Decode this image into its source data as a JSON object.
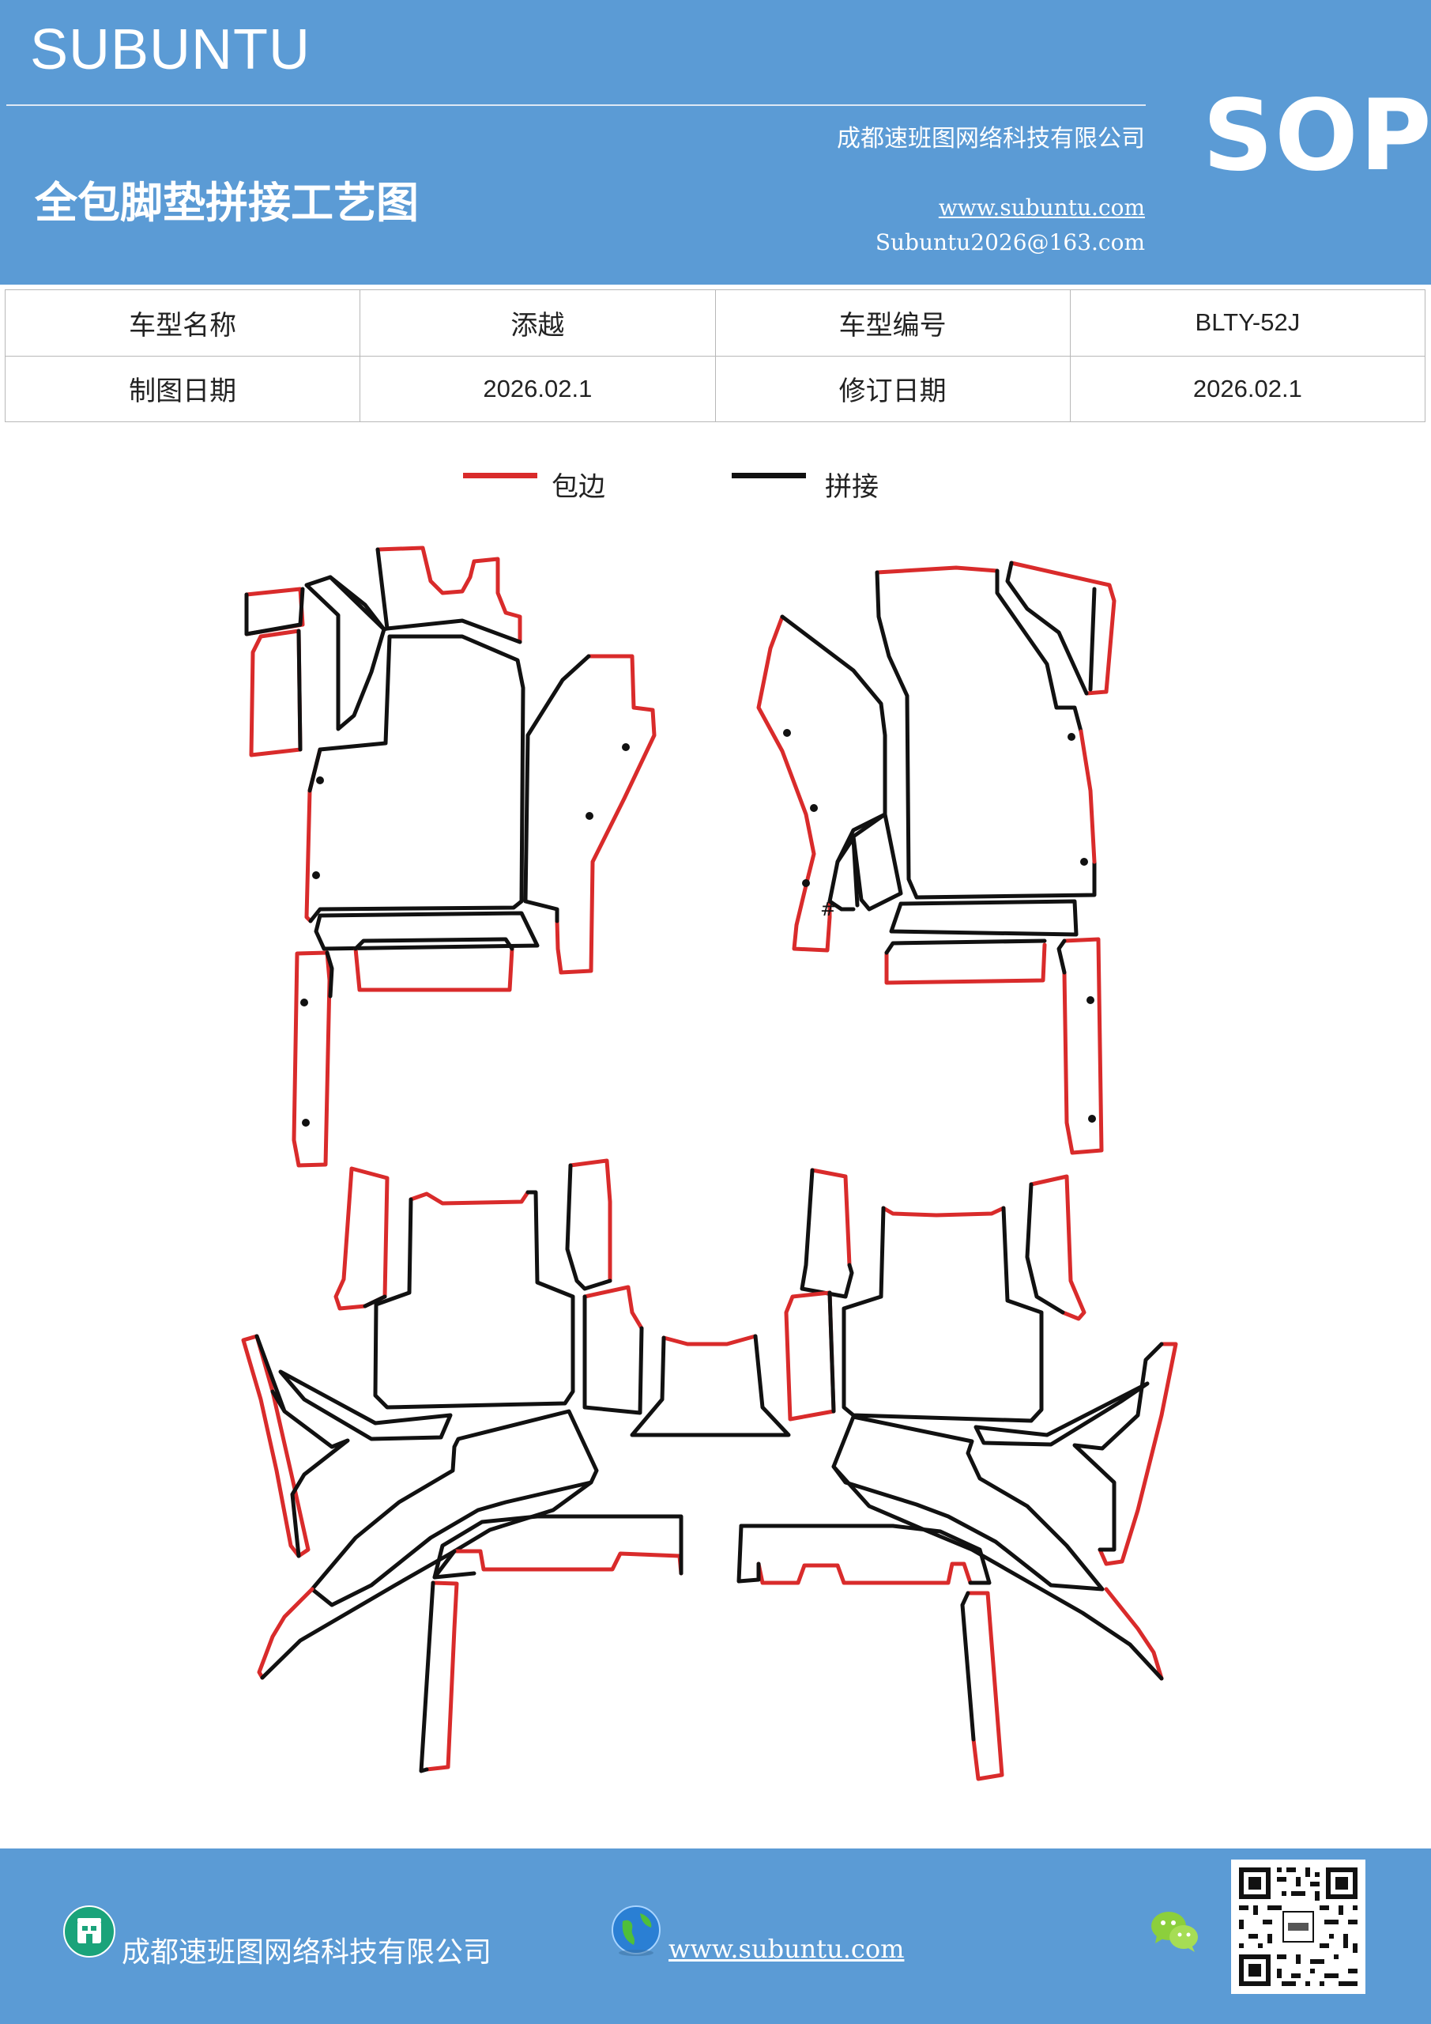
{
  "header": {
    "brand": "SUBUNTU",
    "company": "成都速班图网络科技有限公司",
    "title": "全包脚垫拼接工艺图",
    "website": "www.subuntu.com",
    "email": "Subuntu2026@163.com",
    "badge": "SOP",
    "bg_color": "#5b9bd5"
  },
  "info_table": {
    "model_name_label": "车型名称",
    "model_name_value": "添越",
    "model_code_label": "车型编号",
    "model_code_value": "BLTY-52J",
    "drawing_date_label": "制图日期",
    "drawing_date_value": "2026.02.1",
    "revision_date_label": "修订日期",
    "revision_date_value": "2026.02.1"
  },
  "legend": {
    "items": [
      {
        "label": "包边",
        "color": "#d92b2b"
      },
      {
        "label": "拼接",
        "color": "#111111"
      }
    ]
  },
  "diagram": {
    "mark": "#"
  },
  "footer": {
    "company": "成都速班图网络科技有限公司",
    "website": "www.subuntu.com",
    "icons": [
      "building-icon",
      "globe-icon",
      "wechat-icon",
      "qr-code"
    ]
  }
}
